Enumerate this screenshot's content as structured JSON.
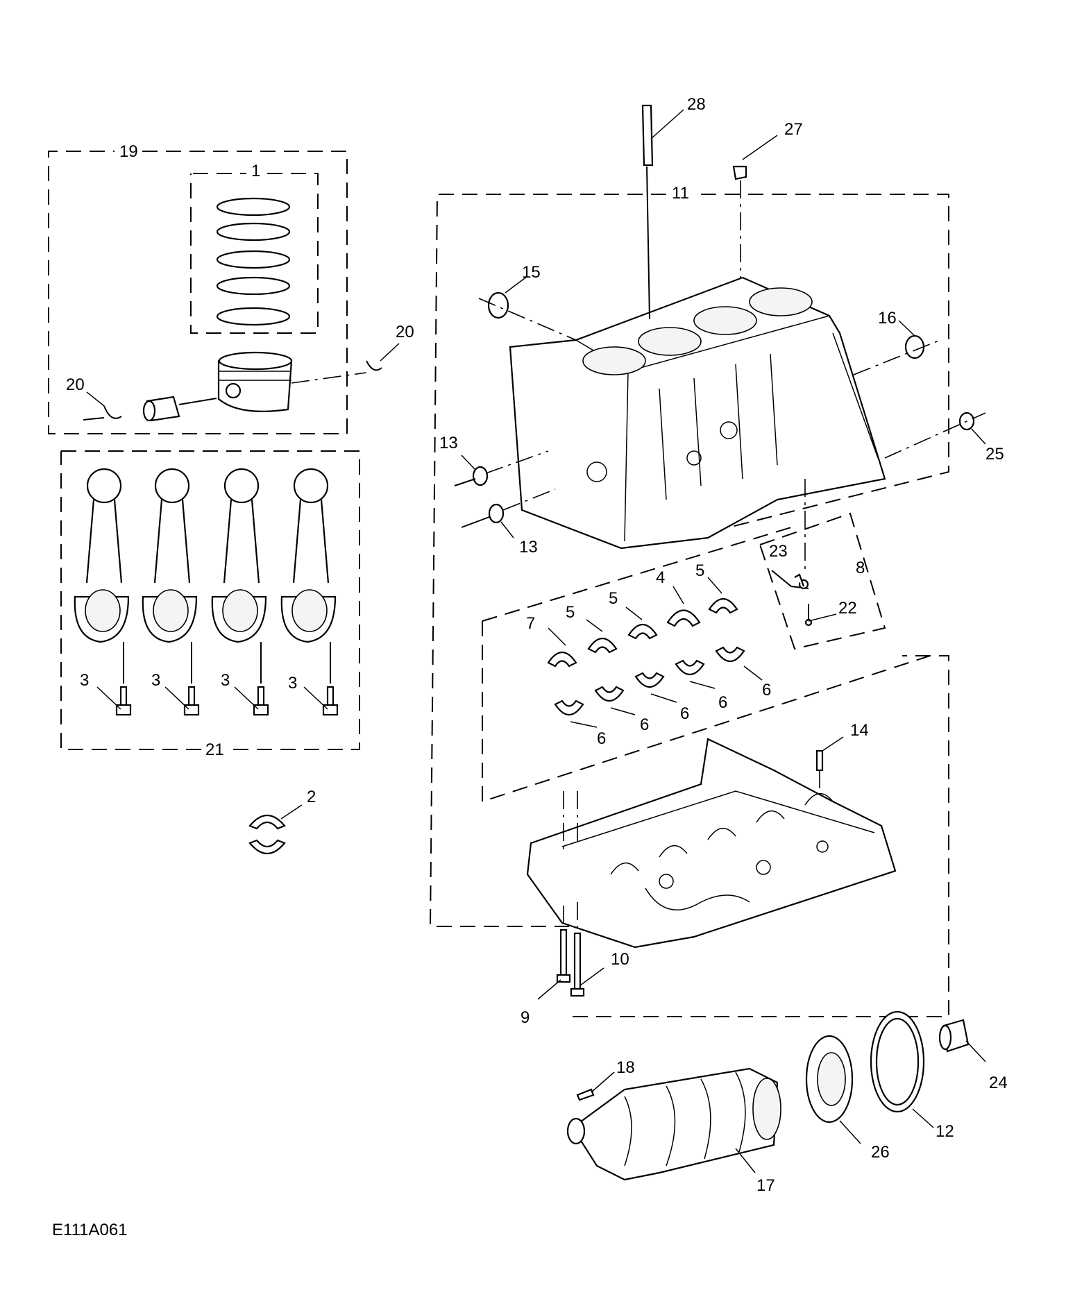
{
  "drawing_code": "E111A061",
  "callouts": {
    "c1": "1",
    "c2": "2",
    "c3a": "3",
    "c3b": "3",
    "c3c": "3",
    "c3d": "3",
    "c4": "4",
    "c5a": "5",
    "c5b": "5",
    "c5c": "5",
    "c6a": "6",
    "c6b": "6",
    "c6c": "6",
    "c6d": "6",
    "c6e": "6",
    "c7": "7",
    "c8": "8",
    "c9": "9",
    "c10": "10",
    "c11": "11",
    "c12": "12",
    "c13a": "13",
    "c13b": "13",
    "c14": "14",
    "c15": "15",
    "c16": "16",
    "c17": "17",
    "c18": "18",
    "c19": "19",
    "c20a": "20",
    "c20b": "20",
    "c21": "21",
    "c22": "22",
    "c23": "23",
    "c24": "24",
    "c25": "25",
    "c26": "26",
    "c27": "27",
    "c28": "28"
  }
}
